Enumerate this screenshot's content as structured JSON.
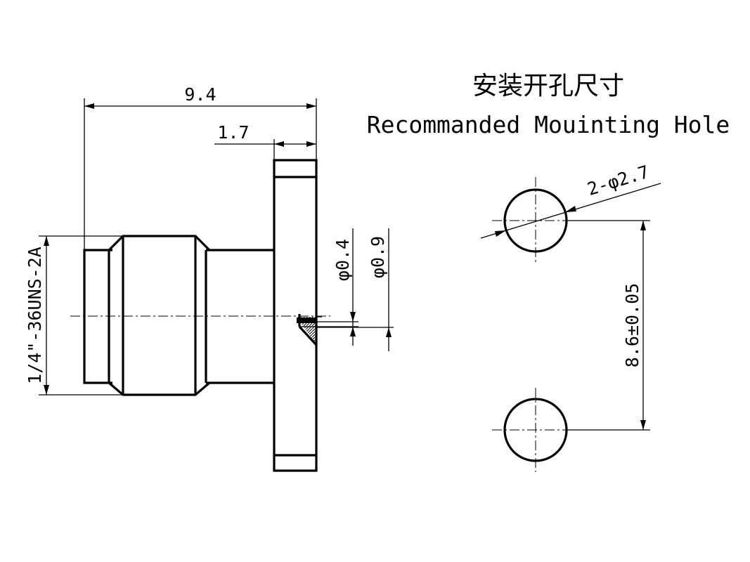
{
  "title": {
    "chinese": "安装开孔尺寸",
    "english": "Recommanded Mouinting Hole"
  },
  "dimensions": {
    "overall_length": "9.4",
    "flange_thickness": "1.7",
    "thread": "1/4\"-36UNS-2A",
    "pin_diameter": "φ0.4",
    "insulator_diameter": "φ0.9",
    "hole_diameter": "2-φ2.7",
    "hole_spacing": "8.6±0.05"
  }
}
